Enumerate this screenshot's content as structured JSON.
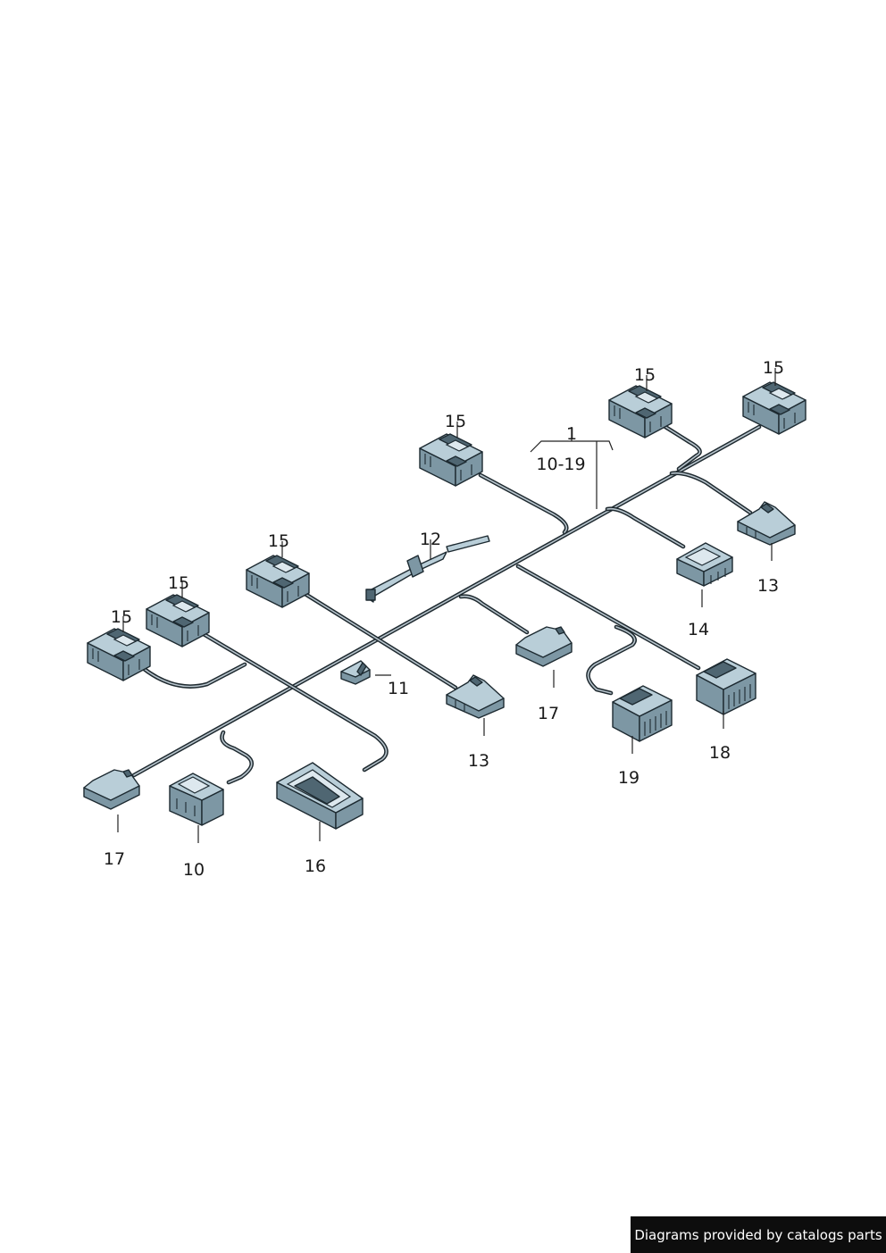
{
  "callouts": {
    "group_range": "10-19",
    "harness": "1",
    "c10": "10",
    "c11": "11",
    "c12": "12",
    "c13_top": "13",
    "c13_mid": "13",
    "c14": "14",
    "c15_a": "15",
    "c15_b": "15",
    "c15_c": "15",
    "c15_d": "15",
    "c15_e": "15",
    "c15_f": "15",
    "c16": "16",
    "c17_left": "17",
    "c17_mid": "17",
    "c18": "18",
    "c19": "19"
  },
  "credit": "Diagrams provided by catalogs parts"
}
